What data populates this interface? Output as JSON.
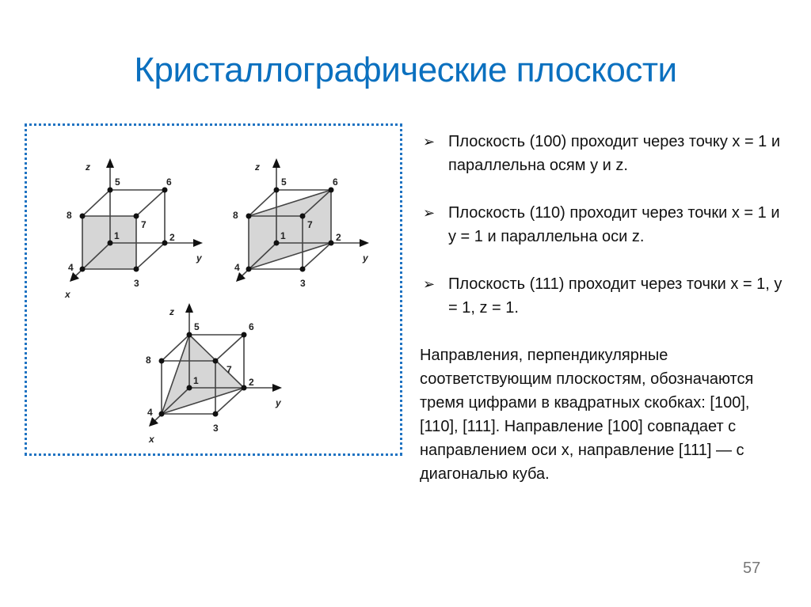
{
  "slide": {
    "title": "Кристаллографические плоскости",
    "page_number": "57",
    "accent_color": "#0b70bf",
    "border_color": "#1f73c2"
  },
  "figures": {
    "cubes": [
      {
        "plane": "(100)",
        "axes": {
          "x": "x",
          "y": "y",
          "z": "z"
        },
        "vertices": [
          "1",
          "2",
          "3",
          "4",
          "5",
          "6",
          "7",
          "8"
        ]
      },
      {
        "plane": "(110)",
        "axes": {
          "x": "x",
          "y": "y",
          "z": "z"
        },
        "vertices": [
          "1",
          "2",
          "3",
          "4",
          "5",
          "6",
          "7",
          "8"
        ]
      },
      {
        "plane": "(111)",
        "axes": {
          "x": "x",
          "y": "y",
          "z": "z"
        },
        "vertices": [
          "1",
          "2",
          "3",
          "4",
          "5",
          "6",
          "7",
          "8"
        ]
      }
    ]
  },
  "bullets": [
    {
      "marker": "➢",
      "text": "Плоскость (100) проходит через точку x = 1 и параллельна осям y и z."
    },
    {
      "marker": "➢",
      "text": "Плоскость (110) проходит через точки x = 1 и y = 1 и параллельна оси z."
    },
    {
      "marker": "➢",
      "text": "Плоскость (111) проходит через точки x = 1, y = 1, z = 1."
    }
  ],
  "paragraph": "Направления, перпендикулярные соответствующим плоскостям, обозначаются тремя цифрами в квадратных скобках: [100], [110], [111]. Направление [100] совпадает с направлением оси x, направление [111] — с диагональю куба."
}
